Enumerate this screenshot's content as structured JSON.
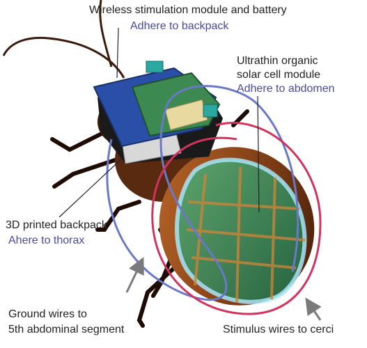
{
  "labels": {
    "module_title": "Wireless stimulation module and battery",
    "module_adhere": "Adhere to backpack",
    "solar_line1": "Ultrathin organic",
    "solar_line2": "solar cell module",
    "solar_adhere": "Adhere to abdomen",
    "backpack_title": "3D printed backpack",
    "backpack_adhere": "Ahere to thorax",
    "ground_line1": "Ground wires to",
    "ground_line2": "5th abdominal segment",
    "stimulus": "Stimulus wires to cerci"
  },
  "colors": {
    "label_text": "#222222",
    "adhere_text": "#4a4aa0",
    "ground_wire": "#6a78c8",
    "stimulus_wire": "#d2335e",
    "pointer_arrow": "#7a7a7a",
    "insect_body": "#7a3a14",
    "solar_cell": "#2f8f5e",
    "circuit_board": "#2a4fa8"
  }
}
